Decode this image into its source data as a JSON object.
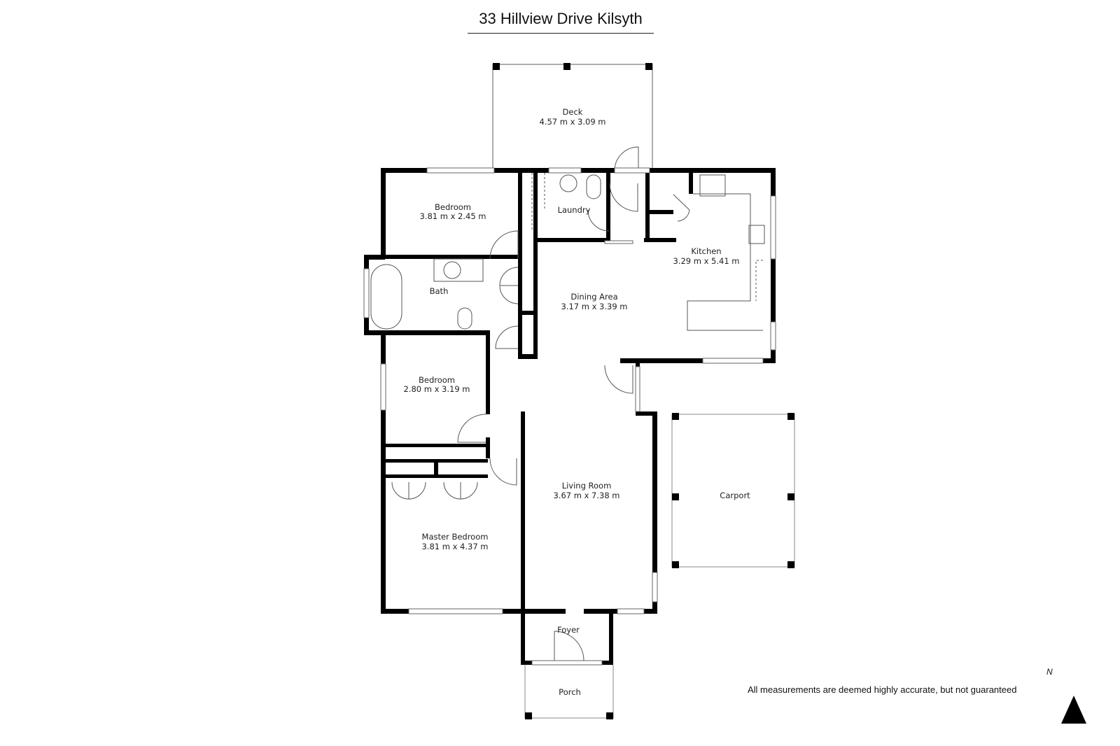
{
  "header": {
    "title": "33 Hillview Drive Kilsyth"
  },
  "rooms": {
    "deck": {
      "name": "Deck",
      "dims": "4.57 m x 3.09 m"
    },
    "bedroom1": {
      "name": "Bedroom",
      "dims": "3.81 m x 2.45 m"
    },
    "laundry": {
      "name": "Laundry"
    },
    "kitchen": {
      "name": "Kitchen",
      "dims": "3.29 m x 5.41 m"
    },
    "bath": {
      "name": "Bath"
    },
    "dining": {
      "name": "Dining Area",
      "dims": "3.17 m x 3.39 m"
    },
    "bedroom2": {
      "name": "Bedroom",
      "dims": "2.80 m x 3.19 m"
    },
    "living": {
      "name": "Living Room",
      "dims": "3.67 m x 7.38 m"
    },
    "carport": {
      "name": "Carport"
    },
    "master": {
      "name": "Master Bedroom",
      "dims": "3.81 m x 4.37 m"
    },
    "foyer": {
      "name": "Foyer"
    },
    "porch": {
      "name": "Porch"
    }
  },
  "footer": {
    "disclaimer": "All measurements are deemed highly accurate, but not guaranteed",
    "north_label": "N"
  },
  "colors": {
    "wall": "#000000",
    "fixture": "#555555",
    "background": "#ffffff"
  }
}
